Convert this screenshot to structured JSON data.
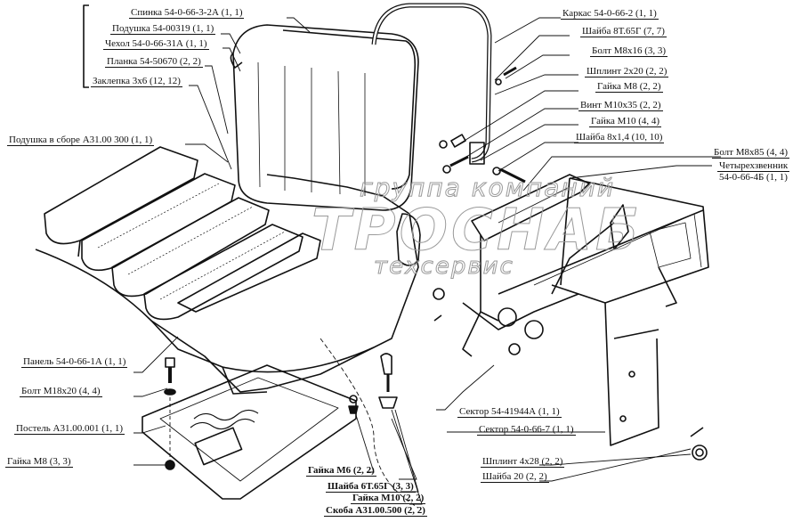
{
  "watermark": {
    "line1": "группа компаний",
    "line2": "ТРОСНАБ",
    "line3": "техсервис"
  },
  "labels": {
    "spinka": "Спинка 54-0-66-3-2А (1, 1)",
    "podushka": "Подушка 54-00319 (1, 1)",
    "chekhol": "Чехол 54-0-66-31А (1, 1)",
    "planka": "Планка 54-50670 (2, 2)",
    "zaklepka": "Заклепка 3х6 (12, 12)",
    "podushka_sbor": "Подушка в сборе А31.00 300 (1, 1)",
    "karkas": "Каркас 54-0-66-2 (1, 1)",
    "shaiba_8t": "Шайба 8Т.65Г (7, 7)",
    "bolt_m8x16": "Болт М8х16 (3, 3)",
    "shplint_2x20": "Шплинт 2х20 (2, 2)",
    "gaika_m8_r": "Гайка М8 (2, 2)",
    "vint_m10x35": "Винт М10х35 (2, 2)",
    "gaika_m10_r": "Гайка М10 (4, 4)",
    "shaiba_8x1": "Шайба 8х1,4 (10, 10)",
    "bolt_m8x85": "Болт М8х85 (4, 4)",
    "chetyrekh_1": "Четырехзвенник",
    "chetyrekh_2": "54-0-66-4Б (1, 1)",
    "panel": "Панель 54-0-66-1А (1, 1)",
    "bolt_m18x20": "Болт М18х20 (4, 4)",
    "postel": "Постель А31.00.001 (1, 1)",
    "gaika_m8_l": "Гайка М8 (3, 3)",
    "gaika_m6": "Гайка М6 (2, 2)",
    "shaiba_6t": "Шайба 6Т.65Г (3, 3)",
    "gaika_m10_b": "Гайка М10 (2, 2)",
    "skoba": "Скоба А31.00.500 (2, 2)",
    "sektor_a": "Сектор 54-41944А (1, 1)",
    "sektor_b": "Сектор 54-0-66-7 (1, 1)",
    "shplint_4x28": "Шплинт 4х28 (2, 2)",
    "shaiba_20": "Шайба 20 (2, 2)"
  }
}
